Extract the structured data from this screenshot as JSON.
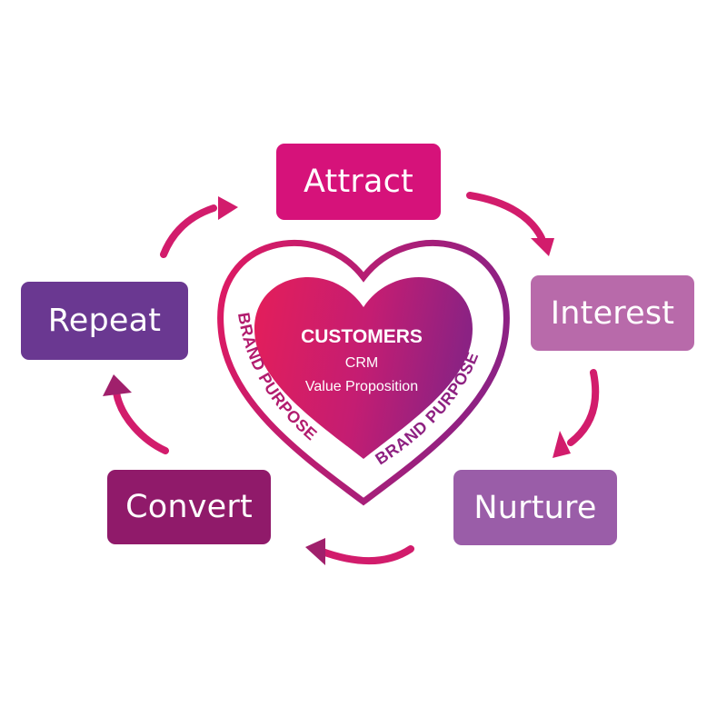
{
  "stages": {
    "attract": "Attract",
    "interest": "Interest",
    "nurture": "Nurture",
    "convert": "Convert",
    "repeat": "Repeat"
  },
  "heart": {
    "title": "CUSTOMERS",
    "line1": "CRM",
    "line2": "Value Proposition",
    "ring_left": "BRAND PURPOSE",
    "ring_right": "BRAND PURPOSE"
  },
  "colors": {
    "attract": "#d6127a",
    "interest": "#b86aaa",
    "nurture": "#9a5da8",
    "convert": "#901a6a",
    "repeat": "#6a3891",
    "arrow_magenta": "#d21c6c",
    "arrow_dark": "#a0206c",
    "heart_gradient_start": "#e41e5a",
    "heart_gradient_end": "#8b2283"
  }
}
